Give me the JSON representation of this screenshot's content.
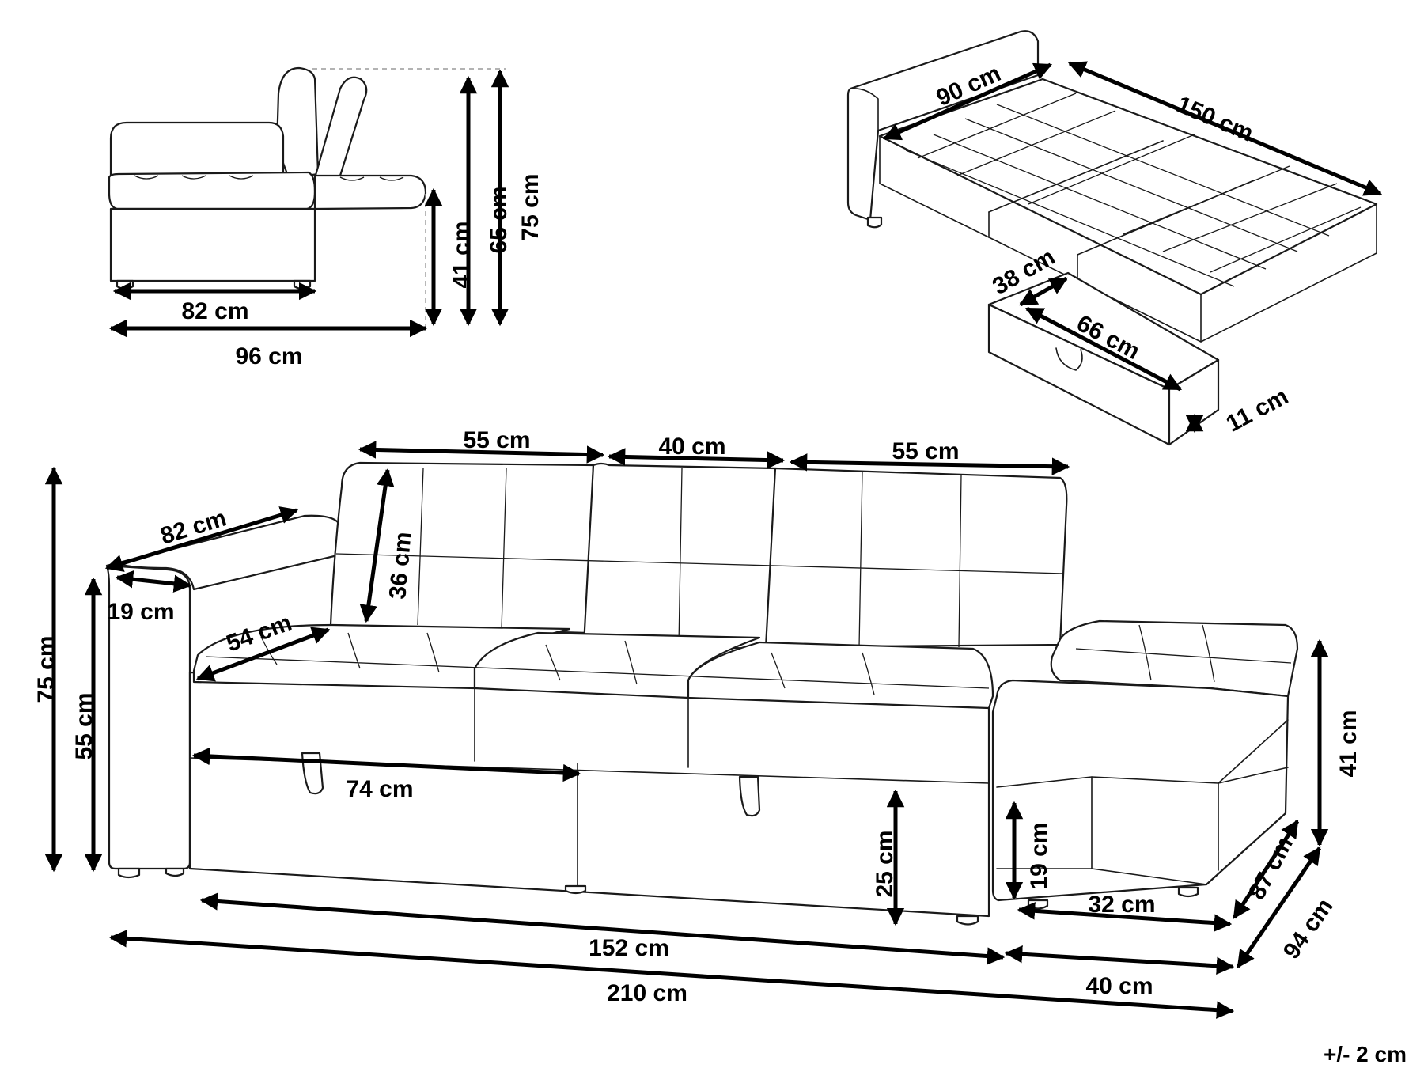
{
  "unit": "cm",
  "tolerance": "+/- 2 cm",
  "colors": {
    "stroke": "#1a1a1a",
    "dimension": "#000000",
    "background": "#ffffff"
  },
  "views": {
    "side": {
      "dims": [
        {
          "id": "side-depth-base",
          "label": "82 cm"
        },
        {
          "id": "side-depth-total",
          "label": "96 cm"
        },
        {
          "id": "side-height-seat",
          "label": "41 cm"
        },
        {
          "id": "side-height-back",
          "label": "65 cm"
        },
        {
          "id": "side-height-total",
          "label": "75 cm"
        }
      ]
    },
    "bed": {
      "dims": [
        {
          "id": "bed-width",
          "label": "90 cm"
        },
        {
          "id": "bed-length",
          "label": "150 cm"
        },
        {
          "id": "drawer-width",
          "label": "38 cm"
        },
        {
          "id": "drawer-length",
          "label": "66 cm"
        },
        {
          "id": "drawer-height",
          "label": "11 cm"
        }
      ]
    },
    "front": {
      "dims": [
        {
          "id": "back-left",
          "label": "55 cm"
        },
        {
          "id": "back-middle",
          "label": "40 cm"
        },
        {
          "id": "back-right",
          "label": "55 cm"
        },
        {
          "id": "arm-depth",
          "label": "82 cm"
        },
        {
          "id": "arm-width",
          "label": "19 cm"
        },
        {
          "id": "back-height",
          "label": "36 cm"
        },
        {
          "id": "seat-depth",
          "label": "54 cm"
        },
        {
          "id": "total-height",
          "label": "75 cm"
        },
        {
          "id": "arm-height",
          "label": "55 cm"
        },
        {
          "id": "storage-length",
          "label": "74 cm"
        },
        {
          "id": "storage-height",
          "label": "25 cm"
        },
        {
          "id": "inner-length",
          "label": "152 cm"
        },
        {
          "id": "total-length",
          "label": "210 cm"
        },
        {
          "id": "ottoman-height",
          "label": "41 cm"
        },
        {
          "id": "ottoman-inner-height",
          "label": "19 cm"
        },
        {
          "id": "ottoman-inner-width",
          "label": "32 cm"
        },
        {
          "id": "ottoman-inner-depth",
          "label": "87 cm"
        },
        {
          "id": "ottoman-depth",
          "label": "94 cm"
        },
        {
          "id": "ottoman-width",
          "label": "40 cm"
        }
      ]
    }
  }
}
